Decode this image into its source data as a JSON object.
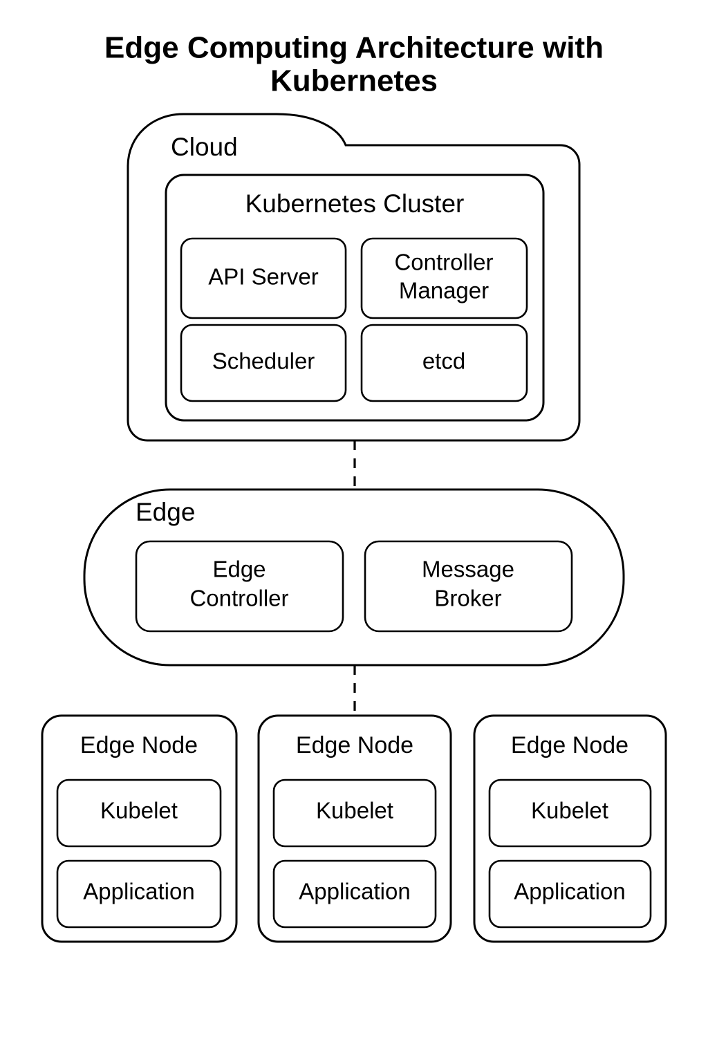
{
  "title": {
    "line1": "Edge Computing Architecture with",
    "line2": "Kubernetes"
  },
  "colors": {
    "background": "#ffffff",
    "stroke": "#000000",
    "text": "#000000"
  },
  "cloud": {
    "label": "Cloud",
    "cluster": {
      "label": "Kubernetes Cluster",
      "components": [
        {
          "label": "API Server"
        },
        {
          "label": "Controller\nManager",
          "line1": "Controller",
          "line2": "Manager"
        },
        {
          "label": "Scheduler"
        },
        {
          "label": "etcd"
        }
      ]
    }
  },
  "edge": {
    "label": "Edge",
    "components": [
      {
        "label": "Edge Controller",
        "line1": "Edge",
        "line2": "Controller"
      },
      {
        "label": "Message Broker",
        "line1": "Message",
        "line2": "Broker"
      }
    ]
  },
  "edge_nodes": [
    {
      "label": "Edge Node",
      "components": [
        {
          "label": "Kubelet"
        },
        {
          "label": "Application"
        }
      ]
    },
    {
      "label": "Edge Node",
      "components": [
        {
          "label": "Kubelet"
        },
        {
          "label": "Application"
        }
      ]
    },
    {
      "label": "Edge Node",
      "components": [
        {
          "label": "Kubelet"
        },
        {
          "label": "Application"
        }
      ]
    }
  ],
  "connectors": [
    {
      "name": "cloud-to-edge",
      "style": "dashed"
    },
    {
      "name": "edge-to-edge-node",
      "style": "dashed"
    }
  ]
}
